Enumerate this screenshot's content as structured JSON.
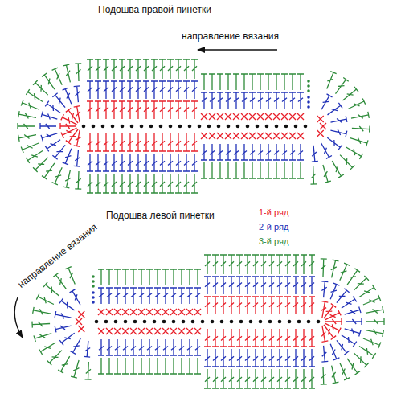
{
  "diagram": {
    "labels": [
      "Подошва правой пинетки",
      "направление вязания",
      "Подошва левой пинетки",
      "направление вязания"
    ],
    "legend": [
      {
        "text": "1-й ряд",
        "color": "#e8202a"
      },
      {
        "text": "2-й ряд",
        "color": "#2233b8"
      },
      {
        "text": "3-й ряд",
        "color": "#2e8b3a"
      }
    ]
  }
}
